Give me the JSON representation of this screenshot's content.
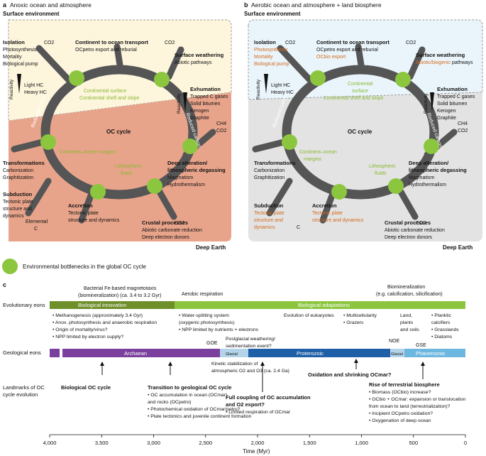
{
  "panel_a": {
    "letter": "a",
    "title": "Anoxic ocean and atmosphere",
    "surface": "Surface environment",
    "deep": "Deep Earth",
    "cycle": "OC cycle",
    "reduced": "Reduced carbon",
    "reactivity": "Reactivity",
    "co2": "CO2",
    "isolation": {
      "title": "Isolation",
      "lines": [
        "Photosynthesis",
        "Mortality",
        "Biological pump"
      ]
    },
    "light_heavy": [
      "Light HC",
      "Heavy HC"
    ],
    "transport": {
      "title": "Continent to ocean transport",
      "l1": "OCpetro export and reburial"
    },
    "weathering": {
      "title": "Surface weathering",
      "l1": "Abiotic pathways"
    },
    "shelf": [
      "Continental surface",
      "Continental shelf and slope"
    ],
    "exhumation": {
      "title": "Exhumation",
      "lines": [
        "Trapped C gases",
        "Solid bitumen",
        "Kerogen",
        "Graphite"
      ]
    },
    "margins": [
      "Continent–ocean margins"
    ],
    "litho": [
      "Lithospheric",
      "fluids"
    ],
    "deep_alt": {
      "title1": "Deep alteration/",
      "title2": "lithospheric degassing",
      "lines": [
        "Magmatism",
        "Hydrothermalism"
      ]
    },
    "ch4": "CH4",
    "transformations": {
      "title": "Transformations",
      "lines": [
        "Carbonization",
        "Graphitization"
      ]
    },
    "subduction": {
      "title": "Subduction",
      "lines": [
        "Tectonic plate",
        "structure and",
        "dynamics"
      ]
    },
    "accretion": {
      "title": "Accretion",
      "lines": [
        "Tectonic plate",
        "structure and dynamics"
      ]
    },
    "elemental": [
      "Elemental",
      "C"
    ],
    "crustal": {
      "title": "Crustal processes",
      "lines": [
        "Abiotic carbonate reduction",
        "Deep electron donors"
      ]
    }
  },
  "panel_b": {
    "letter": "b",
    "title": "Aerobic ocean and atmosphere + land biosphere",
    "surface": "Surface environment",
    "deep": "Deep Earth",
    "cycle": "OC cycle",
    "isolation": {
      "title": "Isolation",
      "lines": [
        "Photosynthesis",
        "Mortality",
        "Biological pump"
      ]
    },
    "light_heavy": [
      "Light HC",
      "Heavy HC"
    ],
    "transport": {
      "title": "Continent to ocean transport",
      "l1": "OCpetro export and reburial",
      "l2": "OCbio export"
    },
    "weathering": {
      "title": "Surface weathering",
      "l1a": "Abiotic/biogenic",
      "l1b": " pathways"
    },
    "shelf": [
      "Continental",
      "surface",
      "Continental shelf and slope"
    ],
    "exhumation": {
      "title": "Exhumation",
      "lines": [
        "Trapped C gases",
        "Solid bitumen",
        "Kerogen",
        "Graphite"
      ]
    },
    "margins": [
      "Continent–ocean",
      "margins"
    ],
    "litho": [
      "Lithospheric",
      "fluids"
    ],
    "deep_alt": {
      "title1": "Deep alteration/",
      "title2": "lithospheric degassing",
      "lines": [
        "Magmatism",
        "Hydrothermalism"
      ]
    },
    "transformations": {
      "title": "Transformations",
      "lines": [
        "Carbonization",
        "Graphitization"
      ]
    },
    "subduction": {
      "title": "Subduction",
      "lines": [
        "Tectonic plate",
        "structure and",
        "dynamics"
      ]
    },
    "accretion": {
      "title": "Accretion",
      "lines": [
        "Tectonic plate",
        "structure and dynamics"
      ]
    },
    "c": "C",
    "crustal": {
      "title": "Crustal processes",
      "lines": [
        "Abiotic carbonate reduction",
        "Deep electron donors"
      ]
    }
  },
  "legend": "Environmental bottlenecks in the global OC cycle",
  "panel_c": {
    "letter": "c",
    "row_labels": [
      "Evolutionary eons",
      "Geological eons",
      "Landmarks of OC",
      "cycle evolution"
    ],
    "bio_innovation": "Biological innovation",
    "bio_adaptations": "Biological adaptations",
    "magneto": [
      "Bacterial Fe-based magnetotaxis",
      "(biomineralization) (ca. 3.4 to 3.2 Gyr)"
    ],
    "aerobic": "Aerobic respiration",
    "biomin": [
      "Biomineralization",
      "(e.g. calcification, silicification)"
    ],
    "innov_list": [
      "• Methanogenesis (approximately 3.4 Gyr)",
      "• Anox. photosynthesis and anaerobic respiration",
      "• Origin of mortality/virus?",
      "• NPP limited by electron supply?"
    ],
    "water_split": [
      "• Water-splitting system",
      "  (oxygenic photosynthesis)",
      "• NPP limited by nutrients + electrons"
    ],
    "eukaryotes": "Evolution of eukaryotes",
    "multicell": [
      "• Multicellularity",
      "• Grazers"
    ],
    "land": [
      "Land,",
      "plants",
      "and soils"
    ],
    "plankton": [
      "• Planktic",
      "  calcifiers",
      "• Grasslands",
      "• Diatoms"
    ],
    "goe": "GOE",
    "noe": "NOE",
    "gse": "GSE",
    "glacial": "Glacial",
    "archaean": "Archaean",
    "proterozoic": "Proterozoic",
    "phanerozoic": "Phanerozoic",
    "postglacial": [
      "Postglacial weathering/",
      "sedimentation event?"
    ],
    "kinetic": [
      "Kinetic stabilization of",
      "atmospheric O2 and O3 (ca. 2.4 Ga)"
    ],
    "bio_oc": "Biological OC cycle",
    "transition": {
      "title1": "Transition to geological OC cycle",
      "lines": [
        "• OC accumulation in ocean (OCmar)",
        "  and rocks (OCpetro)",
        "• Photochemical oxidation of OCmar/petro?",
        "• Plate tectonics and juvenile continent formation"
      ]
    },
    "coupling": {
      "title1": "Full coupling of OC accumulation",
      "title2": "and O2 export?",
      "line": "• Limited respiration of OCmar"
    },
    "oxidation": "Oxidation and shrinking OCmar?",
    "rise": {
      "title": "Rise of terrestrial biosphere",
      "lines": [
        "• Biomass (OCbio) increase?",
        "• OCbio + OCmar: expansion or translocation",
        "  from ocean to land (terrestrialization)?",
        "• Incipient OCpetro oxidation?",
        "• Oxygenation of deep ocean"
      ]
    },
    "axis_title": "Time (Myr)",
    "ticks": [
      "4,000",
      "3,500",
      "3,000",
      "2,500",
      "2,000",
      "1,500",
      "1,000",
      "500",
      "0"
    ]
  },
  "colors": {
    "green": "#8cc63f",
    "orange_text": "#d2691e",
    "arch": "#7b3f9e",
    "prot": "#1f5fa8",
    "phan": "#6cb7e0"
  }
}
